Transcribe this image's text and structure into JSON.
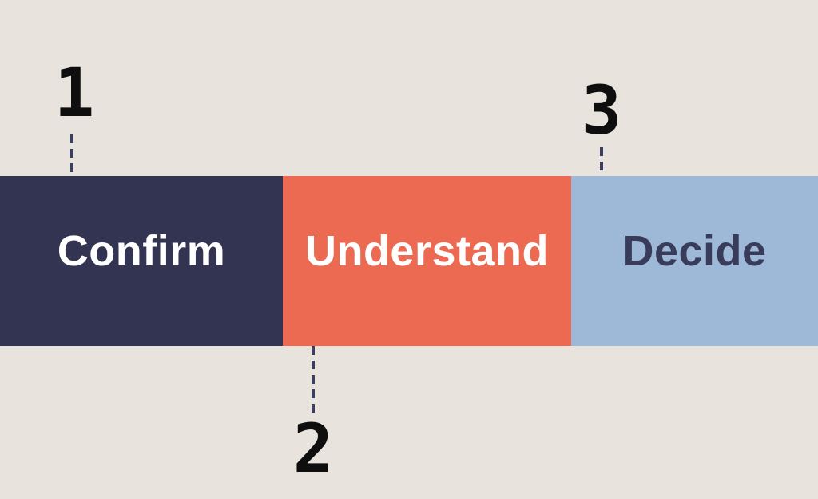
{
  "infographic": {
    "background_color": "#E8E4DD",
    "number_color": "#0E0E0E",
    "connector_color": "#3C3E5E",
    "steps": [
      {
        "number": "1",
        "label": "Confirm",
        "segment_color": "#333451",
        "label_color": "#FFFFFF"
      },
      {
        "number": "2",
        "label": "Understand",
        "segment_color": "#EC6A52",
        "label_color": "#FFFFFF"
      },
      {
        "number": "3",
        "label": "Decide",
        "segment_color": "#9DB9D7",
        "label_color": "#393B5A"
      }
    ]
  }
}
